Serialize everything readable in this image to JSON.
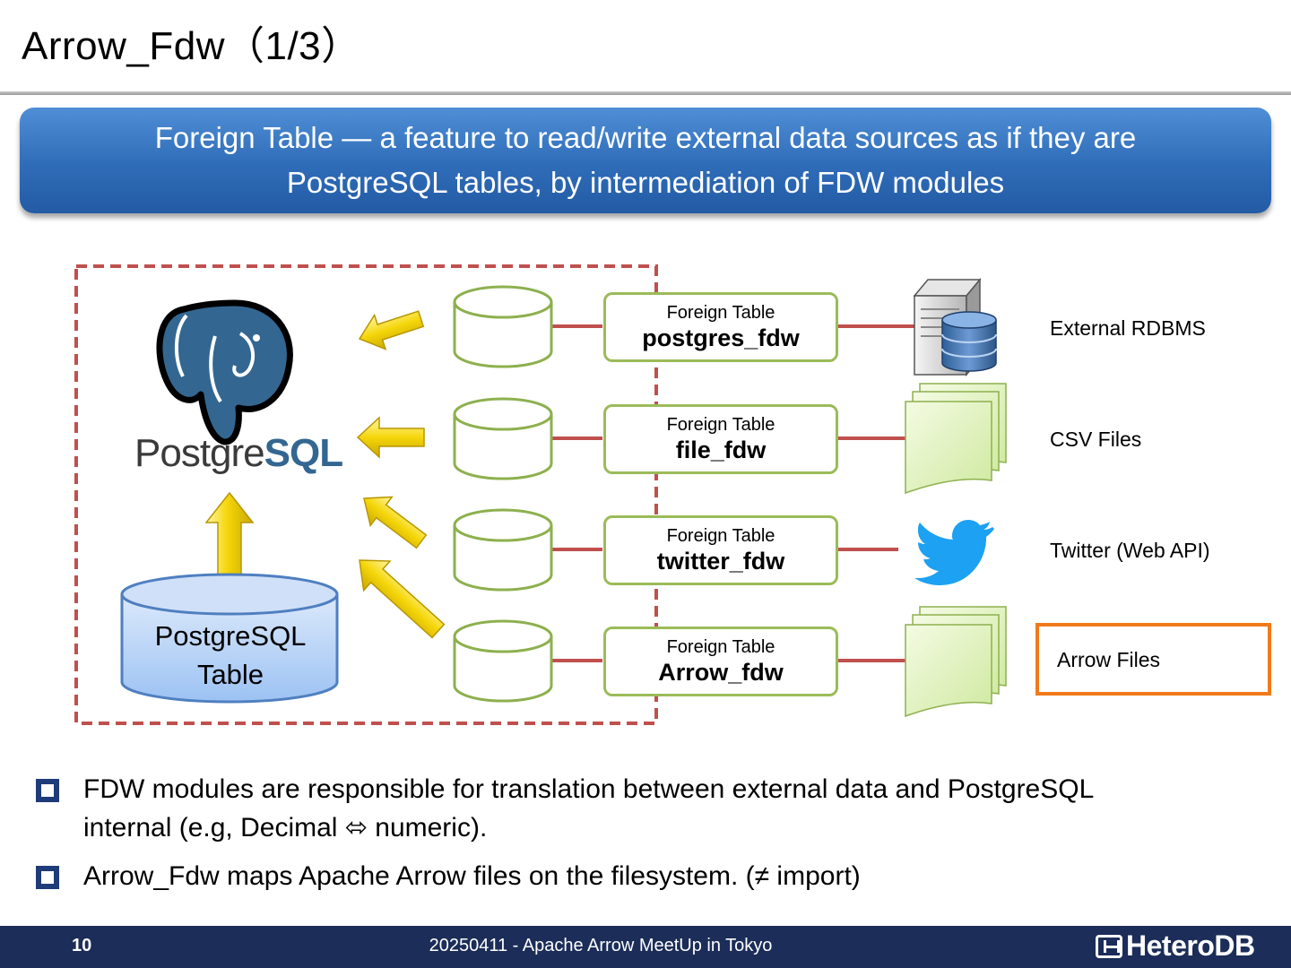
{
  "title": "Arrow_Fdw（1/3）",
  "banner": {
    "line1": "Foreign Table ― a feature to read/write external data sources as if they are",
    "line2": "PostgreSQL tables, by intermediation of FDW modules"
  },
  "postgres": {
    "logo_text_plain": "Postgre",
    "logo_text_bold": "SQL",
    "table_label_line1": "PostgreSQL",
    "table_label_line2": "Table"
  },
  "fdw_modules": [
    {
      "caption": "Foreign Table",
      "name": "postgres_fdw",
      "source": "External RDBMS",
      "source_icon": "database-server-icon"
    },
    {
      "caption": "Foreign Table",
      "name": "file_fdw",
      "source": "CSV Files",
      "source_icon": "document-stack-icon"
    },
    {
      "caption": "Foreign Table",
      "name": "twitter_fdw",
      "source": "Twitter (Web API)",
      "source_icon": "twitter-bird-icon"
    },
    {
      "caption": "Foreign Table",
      "name": "Arrow_fdw",
      "source": "Arrow Files",
      "source_icon": "document-stack-icon"
    }
  ],
  "bullets": [
    {
      "line1": "FDW modules are responsible for translation between external data and PostgreSQL",
      "line2": "internal (e.g, Decimal ⬄ numeric)."
    },
    {
      "line1": "Arrow_Fdw maps Apache Arrow files on the filesystem. (≠ import)"
    }
  ],
  "footer": {
    "page_number": "10",
    "event": "20250411 - Apache Arrow MeetUp in Tokyo",
    "logo": "HeteroDB"
  },
  "colors": {
    "banner": "#2f6cb8",
    "fdw_border": "#9bbb59",
    "dashed_border": "#c0504d",
    "highlight_box": "#f07a1a",
    "arrow": "#f5d60a",
    "footer": "#1b2d58"
  }
}
